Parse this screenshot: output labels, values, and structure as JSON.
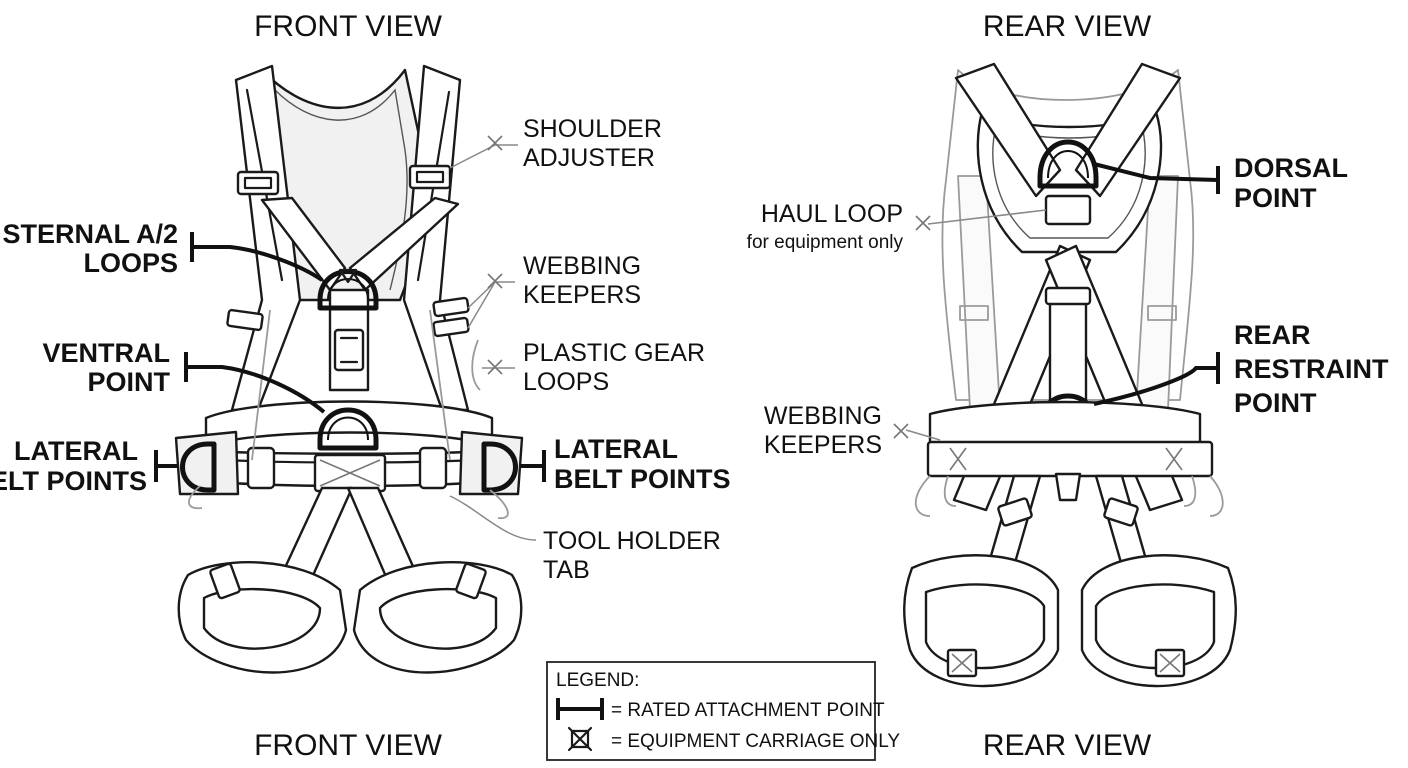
{
  "views": {
    "front_top": "FRONT VIEW",
    "rear_top": "REAR VIEW",
    "front_bottom": "FRONT VIEW",
    "rear_bottom": "REAR VIEW"
  },
  "front_labels": {
    "shoulder_adjuster": [
      "SHOULDER",
      "ADJUSTER"
    ],
    "sternal_loops": [
      "STERNAL A/2",
      "LOOPS"
    ],
    "webbing_keepers": [
      "WEBBING",
      "KEEPERS"
    ],
    "plastic_gear_loops": [
      "PLASTIC GEAR",
      "LOOPS"
    ],
    "ventral_point": [
      "VENTRAL",
      "POINT"
    ],
    "lateral_left": [
      "LATERAL",
      "BELT POINTS"
    ],
    "lateral_right": [
      "LATERAL",
      "BELT POINTS"
    ],
    "tool_holder_tab": [
      "TOOL HOLDER",
      "TAB"
    ]
  },
  "rear_labels": {
    "dorsal_point": [
      "DORSAL",
      "POINT"
    ],
    "haul_loop": "HAUL LOOP",
    "haul_loop_note": "for equipment only",
    "rear_restraint_point": [
      "REAR",
      "RESTRAINT",
      "POINT"
    ],
    "webbing_keepers": [
      "WEBBING",
      "KEEPERS"
    ]
  },
  "legend": {
    "title": "LEGEND:",
    "rated": "= RATED ATTACHMENT POINT",
    "equipment": "= EQUIPMENT CARRIAGE ONLY"
  },
  "icons": {
    "rated_symbol": "rated-attachment-icon",
    "equipment_symbol": "equipment-carriage-icon"
  }
}
